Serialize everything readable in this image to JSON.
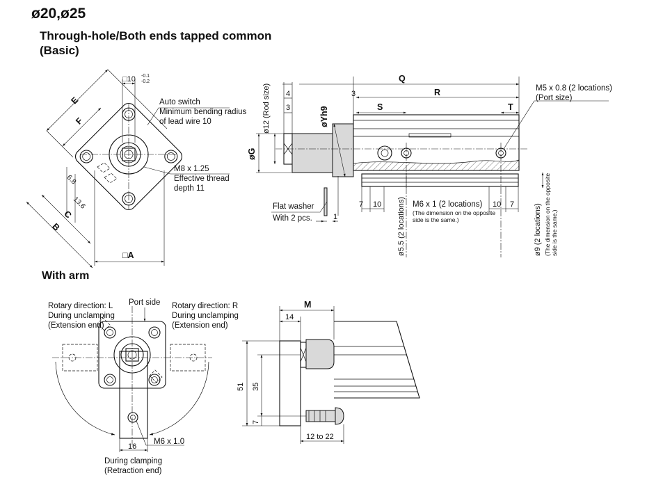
{
  "header": {
    "size_title": "ø20,ø25",
    "subtitle_line1": "Through-hole/Both ends tapped common",
    "subtitle_line2": "(Basic)",
    "arm_section_title": "With arm"
  },
  "front_view": {
    "square_dim": "□10",
    "tol_upper": "-0.1",
    "tol_lower": "-0.2",
    "auto_switch": "Auto switch",
    "bending_radius_line1": "Minimum bending radius",
    "bending_radius_line2": "of lead wire 10",
    "thread_line1": "M8 x 1.25",
    "thread_line2": "Effective thread",
    "thread_line3": "depth 11",
    "dim_E": "E",
    "dim_F": "F",
    "dim_B": "B",
    "dim_C": "C",
    "dim_68": "6.8",
    "dim_136": "13.6",
    "dim_A": "□A"
  },
  "side_view": {
    "dim_Q": "Q",
    "dim_R": "R",
    "dim_S": "S",
    "dim_T": "T",
    "dim_4": "4",
    "dim_3a": "3",
    "dim_3b": "3",
    "rod_size": "ø12 (Rod size)",
    "dim_Yh9": "øYh9",
    "dim_G": "øG",
    "port_line1": "M5 x 0.8 (2 locations)",
    "port_line2": "(Port size)",
    "washer_line1": "Flat washer",
    "washer_line2": "With 2 pcs.",
    "dim_1": "1",
    "dim_7a": "7",
    "dim_10a": "10",
    "dim_10b": "10",
    "dim_7b": "7",
    "m6_line": "M6 x 1 (2 locations)",
    "m6_note1": "(The dimension on the opposite",
    "m6_note2": "side is the same.)",
    "hole55": "ø5.5 (2 locations)",
    "hole9": "ø9 (2 locations)",
    "hole9_note1": "(The dimension on the opposite",
    "hole9_note2": "side is the same.)"
  },
  "arm_front_view": {
    "port_side": "Port side",
    "rot_L_line1": "Rotary direction: L",
    "rot_L_line2": "During unclamping",
    "rot_L_line3": "(Extension end)",
    "rot_R_line1": "Rotary direction: R",
    "rot_R_line2": "During unclamping",
    "rot_R_line3": "(Extension end)",
    "dim_16": "16",
    "arm_thread": "M6 x 1.0",
    "clamp_line1": "During clamping",
    "clamp_line2": "(Retraction end)"
  },
  "arm_side_view": {
    "dim_M": "M",
    "dim_14": "14",
    "dim_51": "51",
    "dim_35": "35",
    "dim_7": "7",
    "dim_12to22": "12 to 22"
  }
}
